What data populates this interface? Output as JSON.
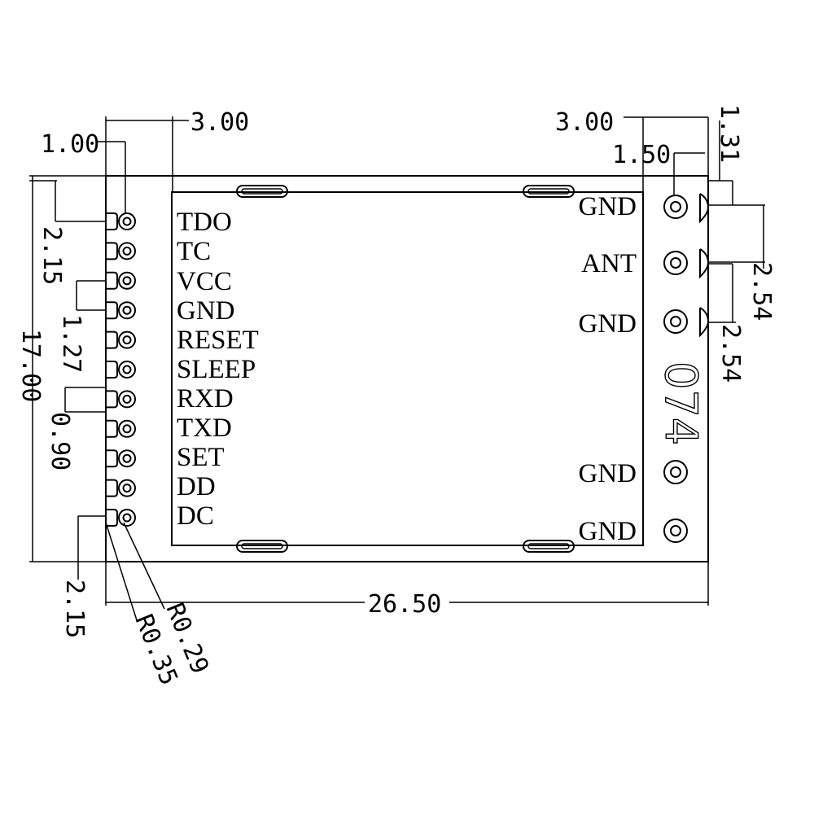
{
  "left_pin_labels": [
    "TDO",
    "TC",
    "VCC",
    "GND",
    "RESET",
    "SLEEP",
    "RXD",
    "TXD",
    "SET",
    "DD",
    "DC"
  ],
  "right_pin_labels": [
    "GND",
    "ANT",
    "GND",
    "GND",
    "GND"
  ],
  "module_marking": "074",
  "dimensions": {
    "top_left_3_00": "3.00",
    "top_right_3_00": "3.00",
    "d_1_00": "1.00",
    "d_1_50": "1.50",
    "d_1_31": "1.31",
    "d_2_15_top": "2.15",
    "d_1_27": "1.27",
    "d_17_00": "17.00",
    "d_0_90": "0.90",
    "d_2_15_bottom": "2.15",
    "d_r0_29": "R0.29",
    "d_r0_35": "R0.35",
    "d_26_50": "26.50",
    "d_2_54_a": "2.54",
    "d_2_54_b": "2.54"
  }
}
